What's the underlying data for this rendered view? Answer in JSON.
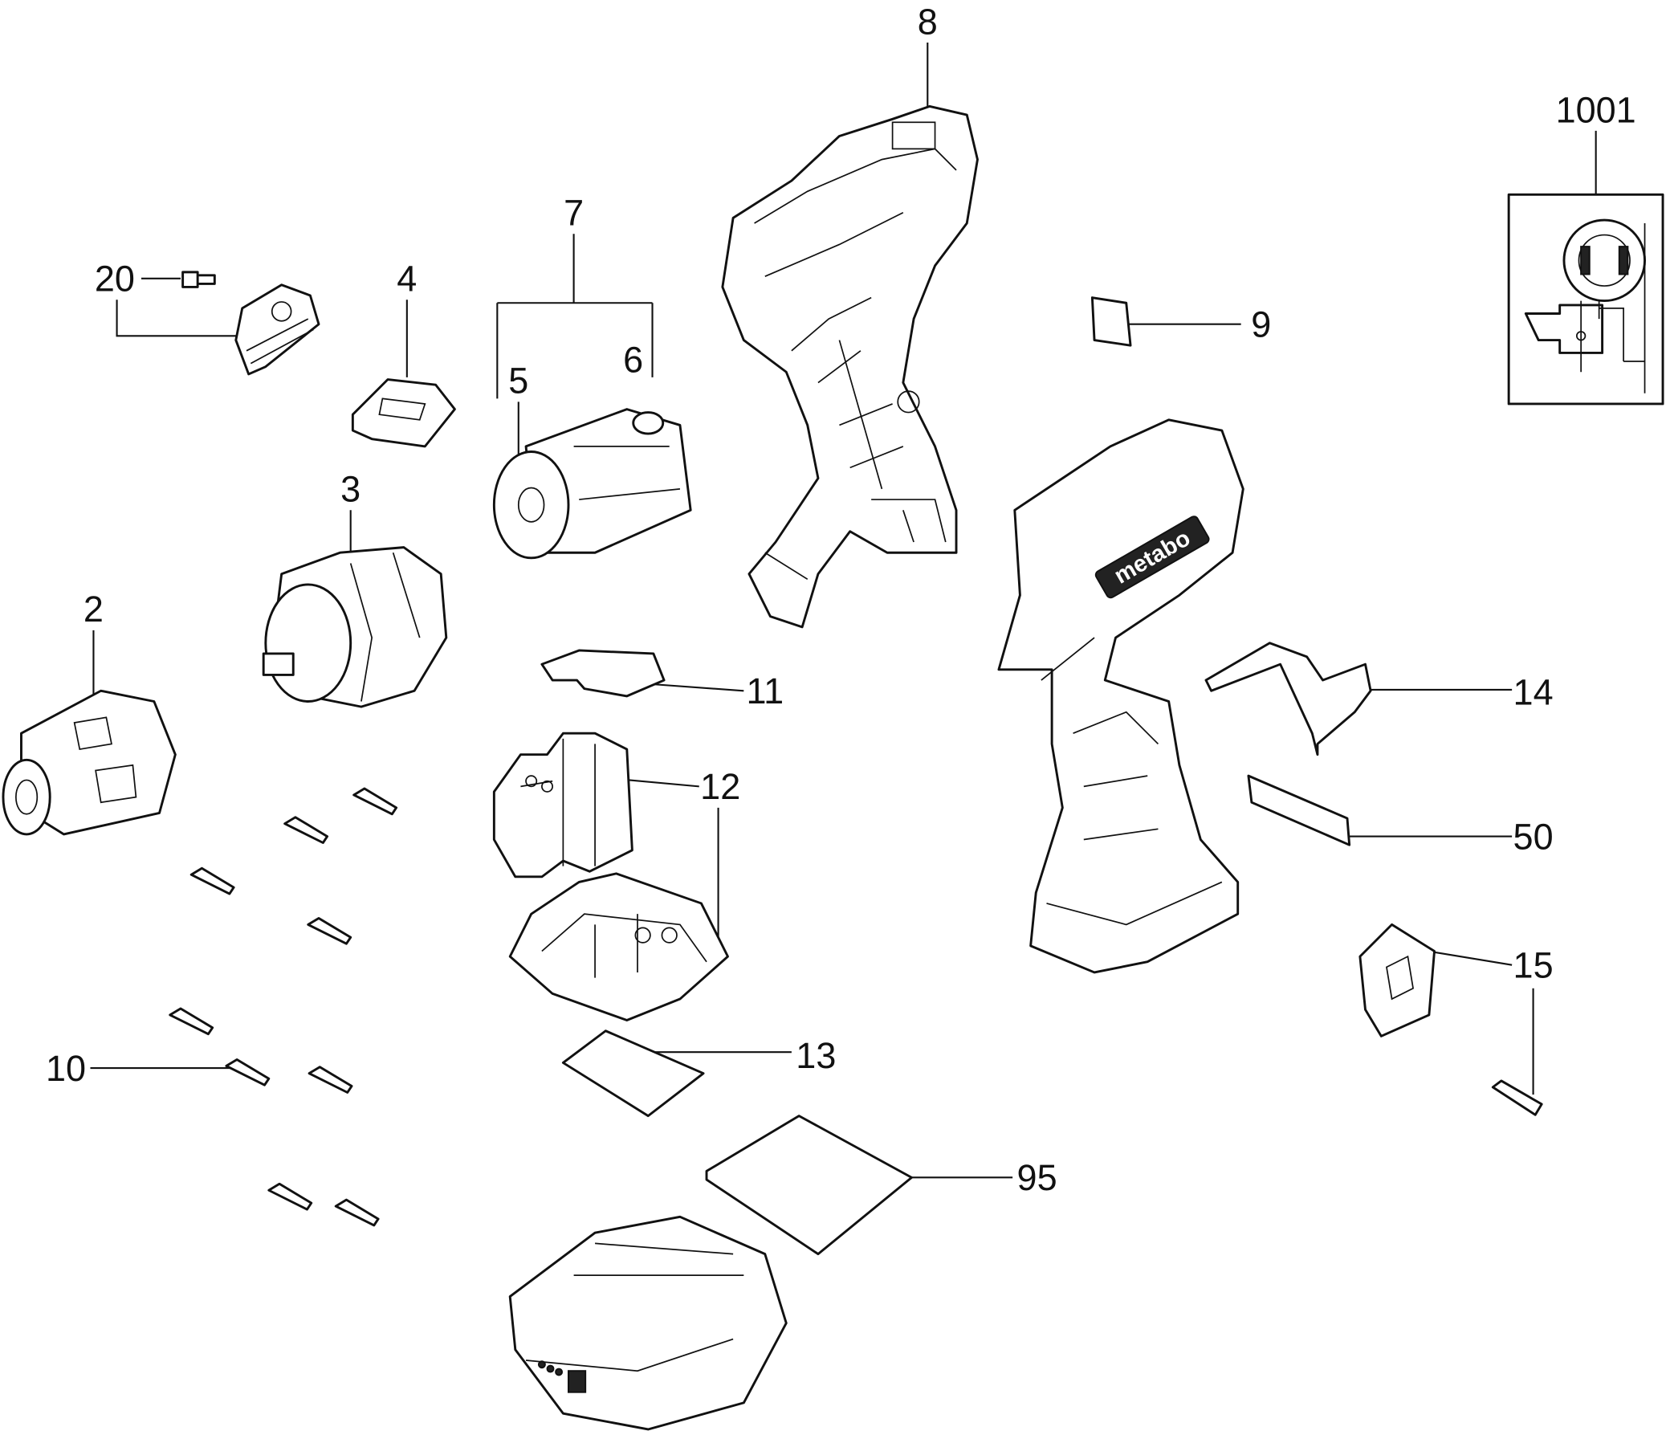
{
  "diagram": {
    "type": "exploded parts diagram",
    "brand_logo_text": "metabo",
    "callouts": [
      {
        "id": "8",
        "text": "8"
      },
      {
        "id": "1001",
        "text": "1001"
      },
      {
        "id": "20",
        "text": "20"
      },
      {
        "id": "4",
        "text": "4"
      },
      {
        "id": "7",
        "text": "7"
      },
      {
        "id": "5",
        "text": "5"
      },
      {
        "id": "6",
        "text": "6"
      },
      {
        "id": "9",
        "text": "9"
      },
      {
        "id": "3",
        "text": "3"
      },
      {
        "id": "2",
        "text": "2"
      },
      {
        "id": "11",
        "text": "11"
      },
      {
        "id": "14",
        "text": "14"
      },
      {
        "id": "12",
        "text": "12"
      },
      {
        "id": "50",
        "text": "50"
      },
      {
        "id": "15",
        "text": "15"
      },
      {
        "id": "10",
        "text": "10"
      },
      {
        "id": "13",
        "text": "13"
      },
      {
        "id": "95",
        "text": "95"
      }
    ]
  }
}
